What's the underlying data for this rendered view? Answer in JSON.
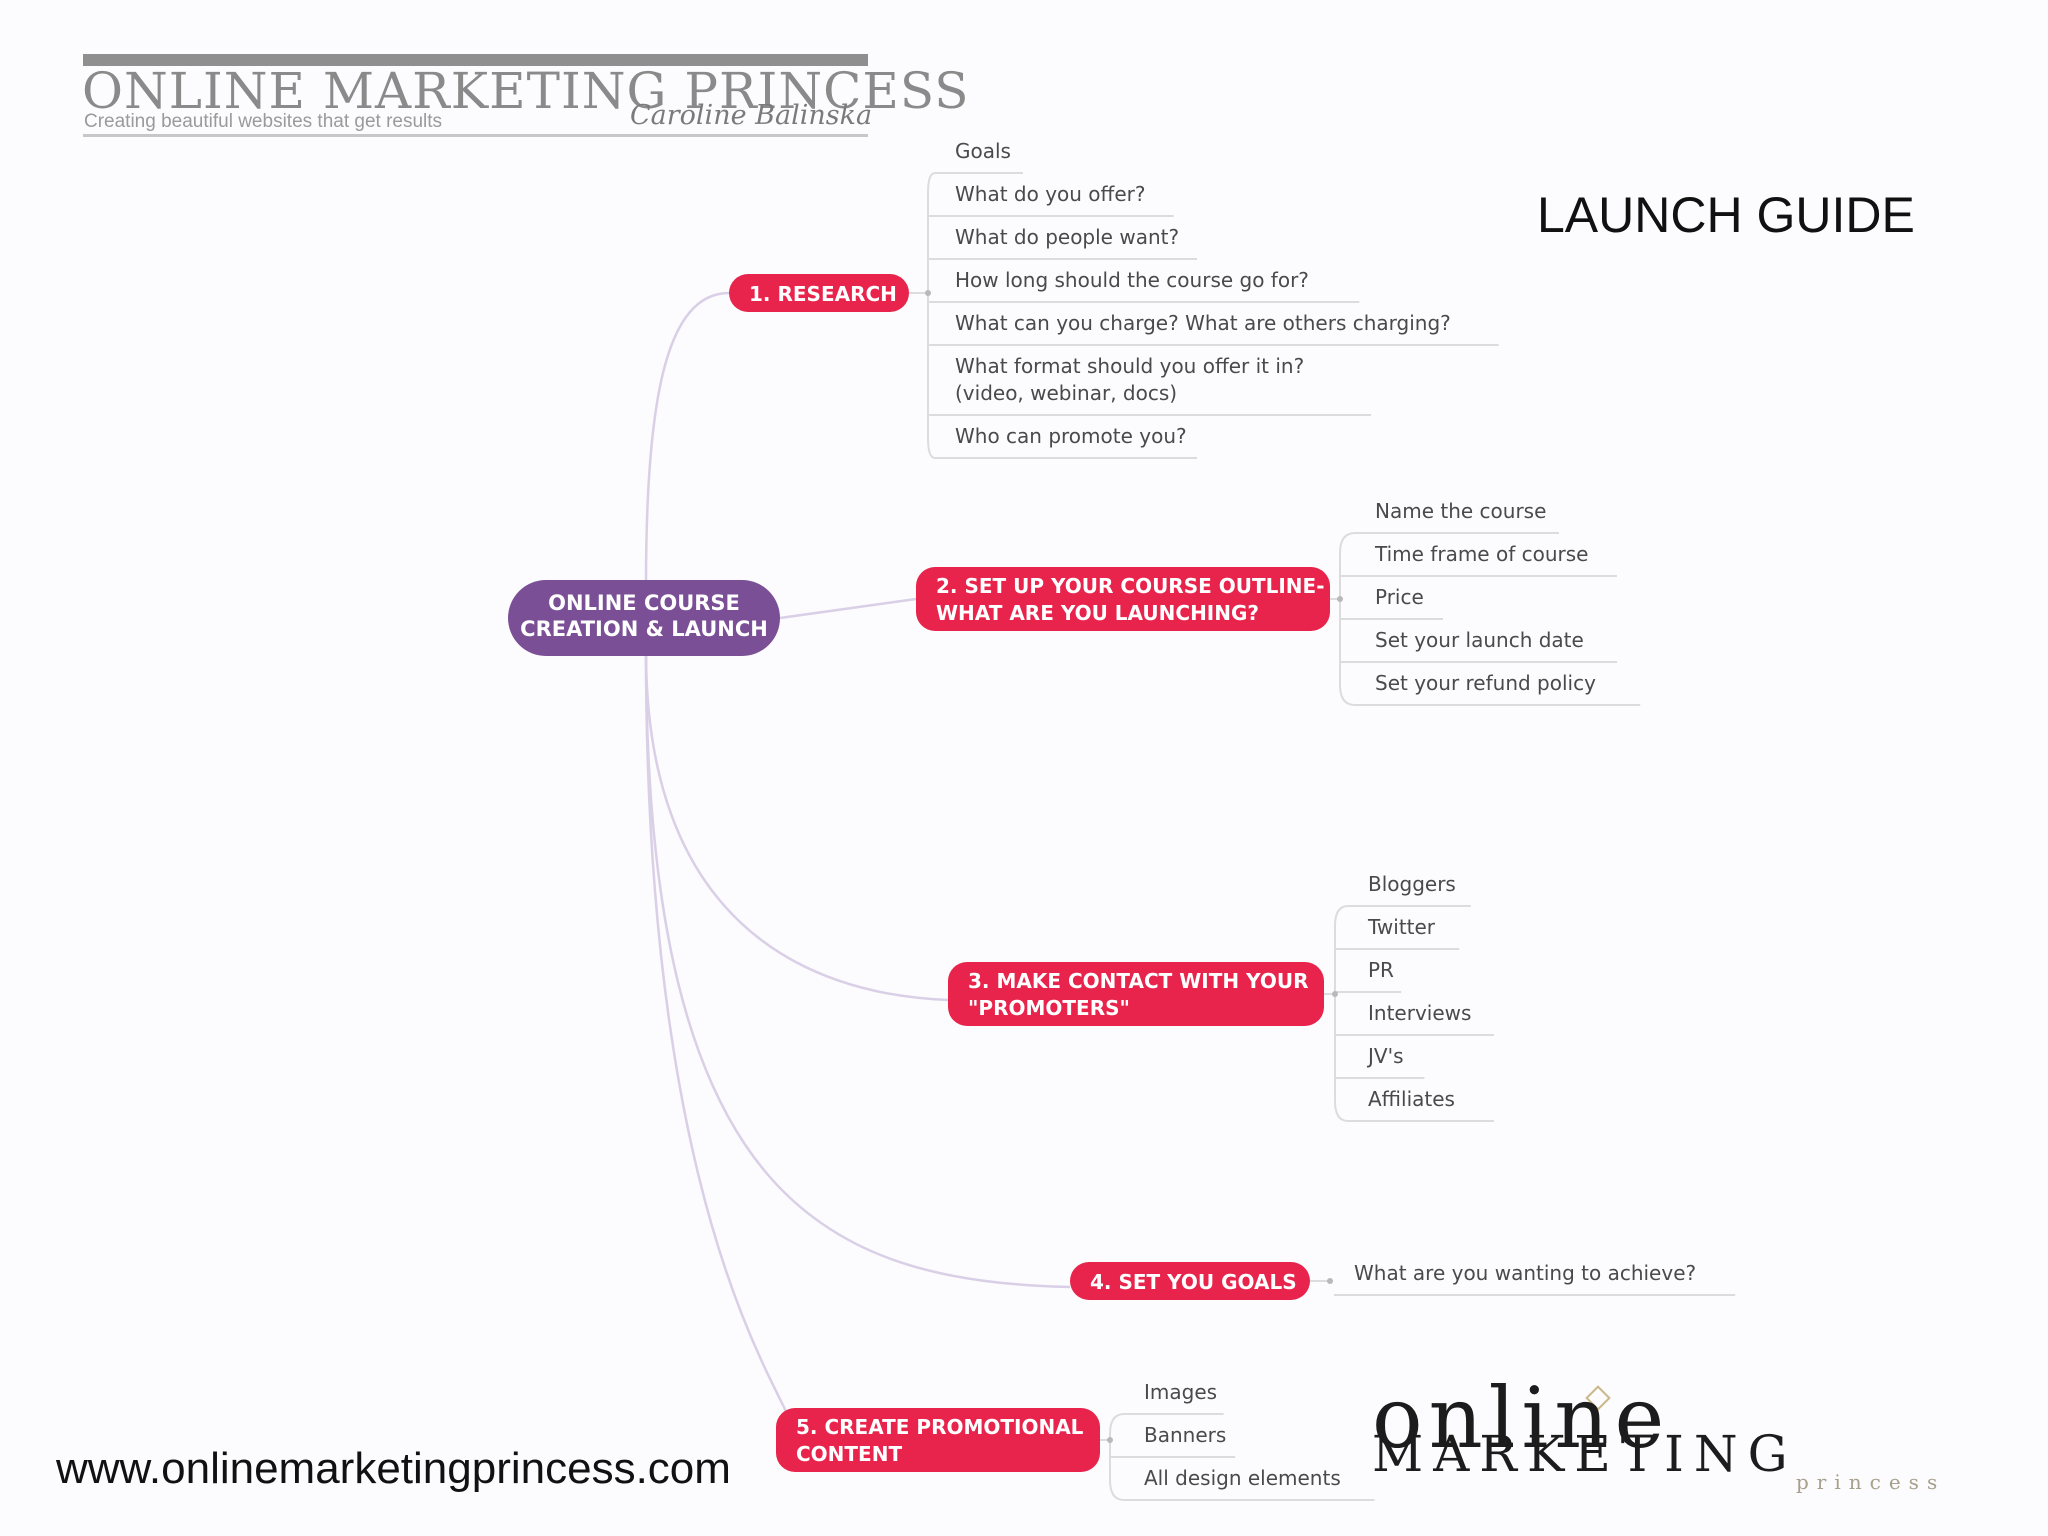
{
  "header": {
    "brand_title": "ONLINE MARKETING PRINCESS",
    "brand_tagline": "Creating beautiful websites that get results",
    "brand_signature": "Caroline Balinska"
  },
  "page_title": "LAUNCH GUIDE",
  "footer": {
    "url": "www.onlinemarketingprincess.com",
    "logo_line1": "online",
    "logo_line2": "MARKETING",
    "logo_line3": "princess"
  },
  "colors": {
    "root": "#7b4f96",
    "branch": "#e8244c",
    "connector": "#d9cfe6",
    "leaf_text": "#4a4a4a",
    "leaf_rule": "#dcdcdc"
  },
  "mindmap": {
    "root": {
      "lines": [
        "ONLINE COURSE",
        "CREATION & LAUNCH"
      ]
    },
    "branches": [
      {
        "id": "research",
        "lines": [
          "1. RESEARCH"
        ],
        "leaves": [
          [
            "Goals"
          ],
          [
            "What do you offer?"
          ],
          [
            "What do people want?"
          ],
          [
            "How long should the course go for?"
          ],
          [
            "What can you charge? What are others charging?"
          ],
          [
            "What format should you offer it in?",
            "(video, webinar, docs)"
          ],
          [
            "Who can promote you?"
          ]
        ]
      },
      {
        "id": "outline",
        "lines": [
          "2. SET UP YOUR COURSE OUTLINE-",
          "WHAT ARE YOU LAUNCHING?"
        ],
        "leaves": [
          [
            "Name the course"
          ],
          [
            "Time frame of course"
          ],
          [
            "Price"
          ],
          [
            "Set your launch date"
          ],
          [
            "Set your refund policy"
          ]
        ]
      },
      {
        "id": "promoters",
        "lines": [
          "3. MAKE CONTACT WITH YOUR",
          "\"PROMOTERS\""
        ],
        "leaves": [
          [
            "Bloggers"
          ],
          [
            "Twitter"
          ],
          [
            "PR"
          ],
          [
            "Interviews"
          ],
          [
            "JV's"
          ],
          [
            "Affiliates"
          ]
        ]
      },
      {
        "id": "goals",
        "lines": [
          "4. SET YOU GOALS"
        ],
        "leaves": [
          [
            "What are you wanting to achieve?"
          ]
        ]
      },
      {
        "id": "promo",
        "lines": [
          "5. CREATE PROMOTIONAL",
          "CONTENT"
        ],
        "leaves": [
          [
            "Images"
          ],
          [
            "Banners"
          ],
          [
            "All design elements"
          ]
        ]
      }
    ]
  }
}
